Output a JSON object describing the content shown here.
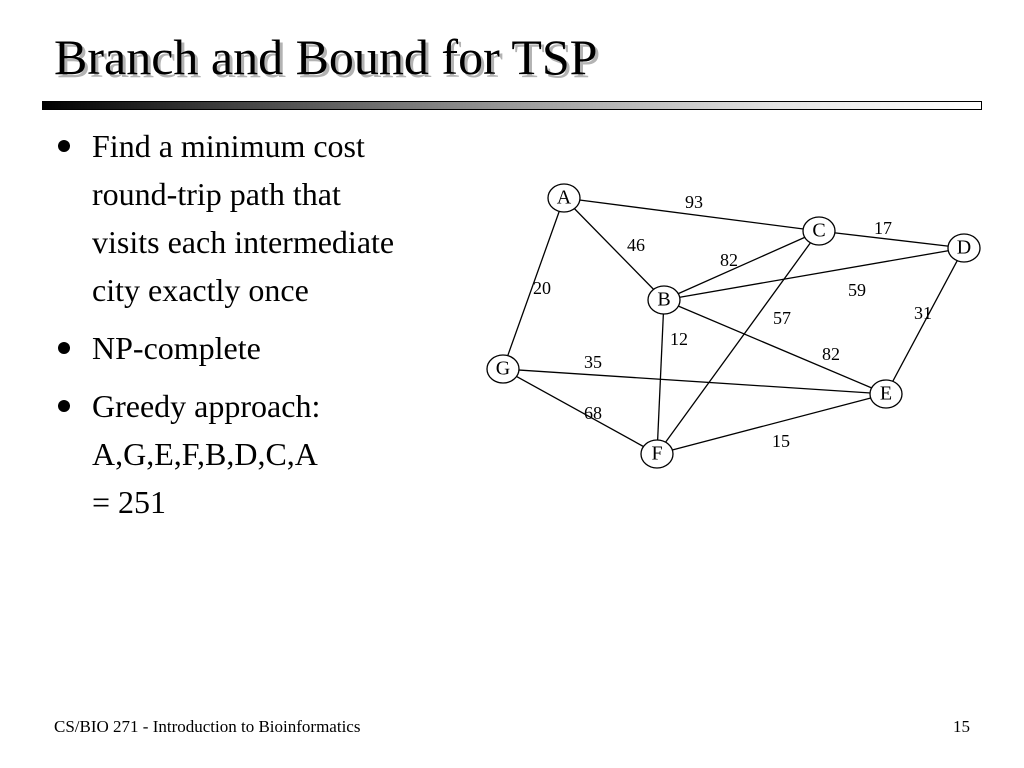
{
  "slide": {
    "title": "Branch and Bound for TSP",
    "bullets": [
      "Find a minimum cost\nround-trip path that\nvisits each intermediate\ncity exactly once",
      "NP-complete",
      "Greedy approach:\nA,G,E,F,B,D,C,A\n= 251"
    ]
  },
  "graph": {
    "nodes": [
      {
        "id": "A",
        "label": "A"
      },
      {
        "id": "B",
        "label": "B"
      },
      {
        "id": "C",
        "label": "C"
      },
      {
        "id": "D",
        "label": "D"
      },
      {
        "id": "E",
        "label": "E"
      },
      {
        "id": "F",
        "label": "F"
      },
      {
        "id": "G",
        "label": "G"
      }
    ],
    "edges": [
      {
        "from": "A",
        "to": "C",
        "weight": "93"
      },
      {
        "from": "A",
        "to": "B",
        "weight": "46"
      },
      {
        "from": "A",
        "to": "G",
        "weight": "20"
      },
      {
        "from": "C",
        "to": "D",
        "weight": "17"
      },
      {
        "from": "B",
        "to": "C",
        "weight": "82"
      },
      {
        "from": "B",
        "to": "D",
        "weight": "59"
      },
      {
        "from": "F",
        "to": "C",
        "weight": "57"
      },
      {
        "from": "B",
        "to": "F",
        "weight": "12"
      },
      {
        "from": "B",
        "to": "E",
        "weight": "82"
      },
      {
        "from": "D",
        "to": "E",
        "weight": "31"
      },
      {
        "from": "G",
        "to": "E",
        "weight": "35"
      },
      {
        "from": "G",
        "to": "F",
        "weight": "68"
      },
      {
        "from": "F",
        "to": "E",
        "weight": "15"
      }
    ]
  },
  "footer": {
    "course": "CS/BIO 271 - Introduction to Bioinformatics",
    "page_number": "15"
  }
}
